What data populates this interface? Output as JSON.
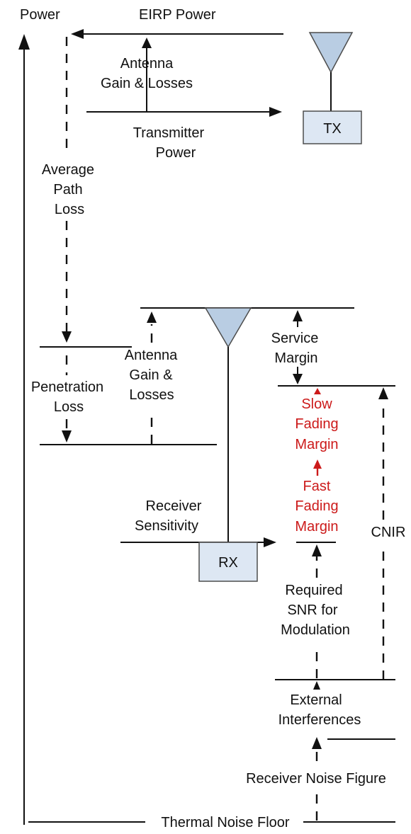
{
  "colors": {
    "line": "#111111",
    "box_fill": "#dde7f3",
    "antenna_fill": "#b9cde3",
    "fading_text": "#cc1a1a"
  },
  "labels": {
    "power_axis": "Power",
    "eirp_power": "EIRP Power",
    "tx_antenna_gain_1": "Antenna",
    "tx_antenna_gain_2": "Gain & Losses",
    "transmitter_power_1": "Transmitter",
    "transmitter_power_2": "Power",
    "tx_box": "TX",
    "avg_path_loss_1": "Average",
    "avg_path_loss_2": "Path",
    "avg_path_loss_3": "Loss",
    "rx_antenna_gain_1": "Antenna",
    "rx_antenna_gain_2": "Gain &",
    "rx_antenna_gain_3": "Losses",
    "service_margin_1": "Service",
    "service_margin_2": "Margin",
    "penetration_loss_1": "Penetration",
    "penetration_loss_2": "Loss",
    "slow_fading_1": "Slow",
    "slow_fading_2": "Fading",
    "slow_fading_3": "Margin",
    "fast_fading_1": "Fast",
    "fast_fading_2": "Fading",
    "fast_fading_3": "Margin",
    "receiver_sensitivity_1": "Receiver",
    "receiver_sensitivity_2": "Sensitivity",
    "cnir": "CNIR",
    "rx_box": "RX",
    "required_snr_1": "Required",
    "required_snr_2": "SNR for",
    "required_snr_3": "Modulation",
    "external_interf_1": "External",
    "external_interf_2": "Interferences",
    "receiver_noise_figure": "Receiver Noise Figure",
    "thermal_noise_floor": "Thermal Noise Floor"
  }
}
